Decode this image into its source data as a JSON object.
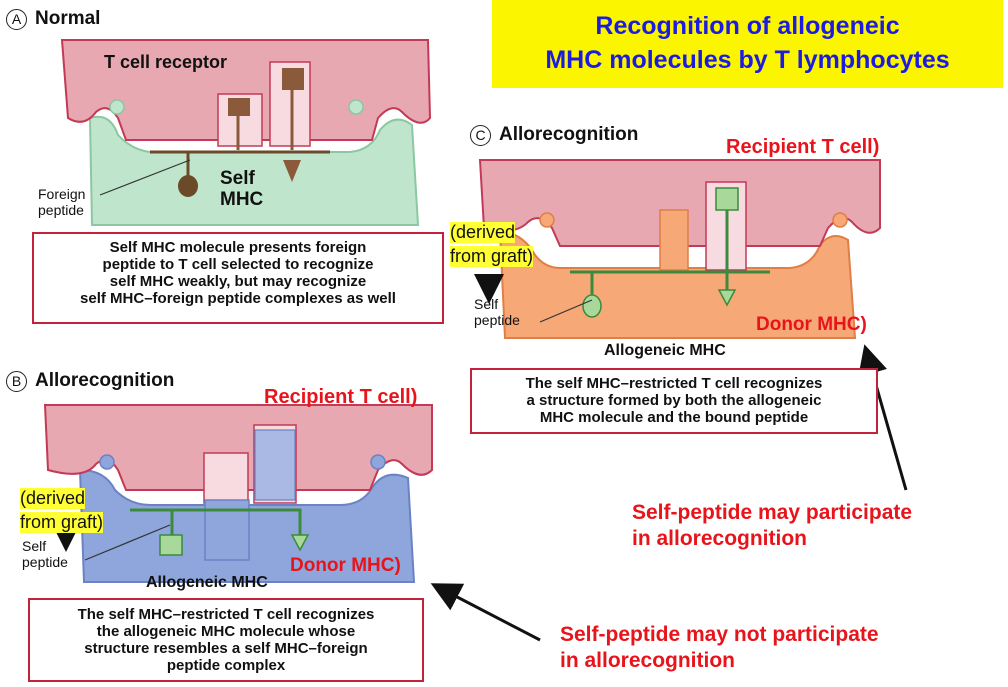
{
  "title": {
    "line1": "Recognition of allogeneic",
    "line2": "MHC molecules by T lymphocytes"
  },
  "panel_a": {
    "letter": "A",
    "heading": "Normal",
    "tcr_label": "T cell receptor",
    "self_mhc_line1": "Self",
    "self_mhc_line2": "MHC",
    "foreign_line1": "Foreign",
    "foreign_line2": "peptide",
    "caption": [
      "Self MHC molecule presents foreign",
      "peptide to T cell selected to recognize",
      "self MHC weakly, but may recognize",
      "self MHC–foreign peptide complexes as well"
    ]
  },
  "panel_b": {
    "letter": "B",
    "heading": "Allorecognition",
    "recipient": "Recipient T cell)",
    "derived_line1": "(derived",
    "derived_line2": "from graft)",
    "self_line1": "Self",
    "self_line2": "peptide",
    "allogeneic": "Allogeneic MHC",
    "donor": "Donor MHC)",
    "caption": [
      "The self MHC–restricted T cell recognizes",
      "the allogeneic MHC molecule whose",
      "structure resembles a self MHC–foreign",
      "peptide complex"
    ]
  },
  "panel_c": {
    "letter": "C",
    "heading": "Allorecognition",
    "recipient": "Recipient T cell)",
    "derived_line1": "(derived",
    "derived_line2": "from graft)",
    "self_line1": "Self",
    "self_line2": "peptide",
    "allogeneic": "Allogeneic MHC",
    "donor": "Donor MHC)",
    "caption": [
      "The self MHC–restricted T cell recognizes",
      "a structure formed by both the allogeneic",
      "MHC molecule and the bound peptide"
    ]
  },
  "notes": {
    "may_line1": "Self-peptide may participate",
    "may_line2": "in allorecognition",
    "maynot_line1": "Self-peptide may not participate",
    "maynot_line2": "in allorecognition"
  },
  "colors": {
    "title_bg": "#fcf500",
    "title_text": "#1c1ce0",
    "tcell": "#e7a8b1",
    "tcell_dark": "#c23a55",
    "self_mhc": "#bfe6cc",
    "allo_mhc_b": "#8fa6dc",
    "allo_mhc_c": "#f6a876",
    "peptide": "#6b4a2a",
    "tcr_chain": "#8a5a3a",
    "label_red": "#e8141b",
    "caption_border": "#c3223a"
  }
}
